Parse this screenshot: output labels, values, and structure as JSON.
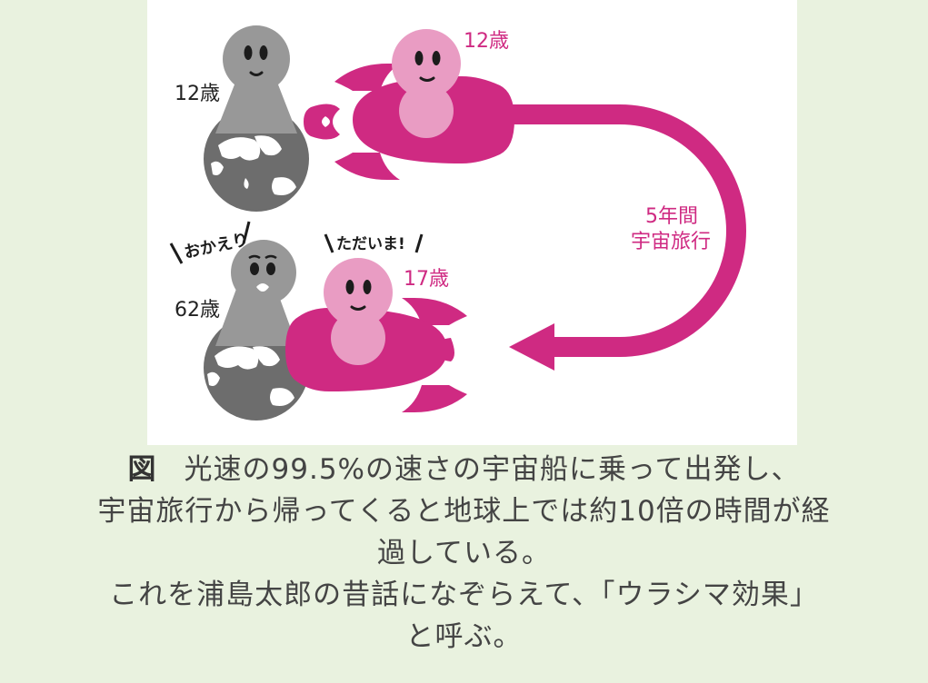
{
  "figure": {
    "earth_person_age_before": "12歳",
    "earth_person_age_after": "62歳",
    "traveler_age_before": "12歳",
    "traveler_age_after": "17歳",
    "travel_label_line1": "5年間",
    "travel_label_line2": "宇宙旅行",
    "exclaim_welcome": "おかえり",
    "exclaim_home": "ただいま!"
  },
  "caption": {
    "fig_label": "図",
    "line1": "光速の99.5%の速さの宇宙船に乗って出発し、",
    "line2": "宇宙旅行から帰ってくると地球上では約10倍の時間が経",
    "line3": "過している。",
    "line4": "これを浦島太郎の昔話になぞらえて、「ウラシマ効果」",
    "line5": "と呼ぶ。"
  },
  "colors": {
    "magenta": "#cf2a82",
    "pink": "#e99cc3",
    "gray_person": "#989898",
    "globe": "#6d6d6d",
    "background": "#e9f2df"
  }
}
